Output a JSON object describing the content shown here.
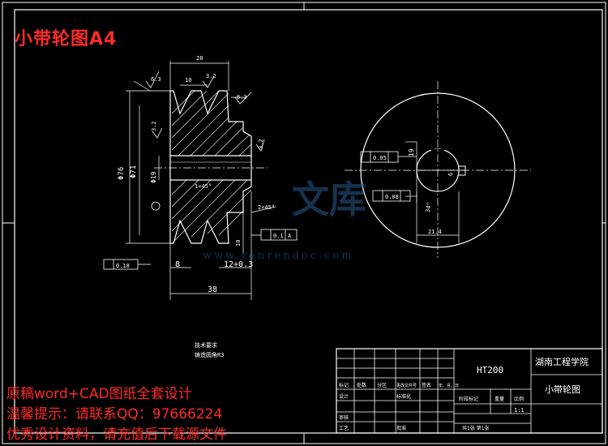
{
  "title": "小带轮图A4",
  "footer": {
    "line1": "原稿word+CAD图纸全套设计",
    "line2": "温馨提示：请联系QQ：97666224",
    "line3": "优秀设计资料，请充值后下载源文件"
  },
  "watermark": {
    "cn": "文库",
    "url": "www.renrendoc.com"
  },
  "dims": {
    "top_width": "28",
    "groove_pitch": "10",
    "ra_a": "6.3",
    "ra_b": "3.2",
    "ra_c": "6.3",
    "ra_d": "3.2",
    "ra_e": "3.2",
    "dia_outer": "Φ76",
    "dia_inner": "Φ71",
    "dia_hub": "Φ19",
    "chamfer1": "1×45°",
    "chamfer2": "2×45°",
    "width8": "8",
    "width12": "12+0.3",
    "overall": "38",
    "len10": "10",
    "runout1": "0.1",
    "runout_label": "A",
    "tol1": "0.18",
    "tol2": "0.05",
    "tol3": "0.08",
    "keyway_depth": "21.4",
    "keyway_width": "6",
    "bore": "19",
    "angle": "34°"
  },
  "notes": {
    "line1": "技术要求",
    "line2": "铸造圆角R3"
  },
  "title_block": {
    "material": "HT200",
    "school": "湖南工程学院",
    "part_name": "小带轮图",
    "scale": "1:1",
    "col_stage": "阶段标记",
    "col_weight": "重量",
    "col_ratio": "比例",
    "row_mark": "标记",
    "row_count": "处数",
    "row_zone": "分区",
    "row_file": "更改文件号",
    "row_sign": "签名",
    "row_date": "年、月、日",
    "row_design": "设计",
    "row_std": "标准化",
    "row_review": "审核",
    "row_craft": "工艺",
    "row_approve": "批准",
    "sheets": "共1张  第1张"
  }
}
